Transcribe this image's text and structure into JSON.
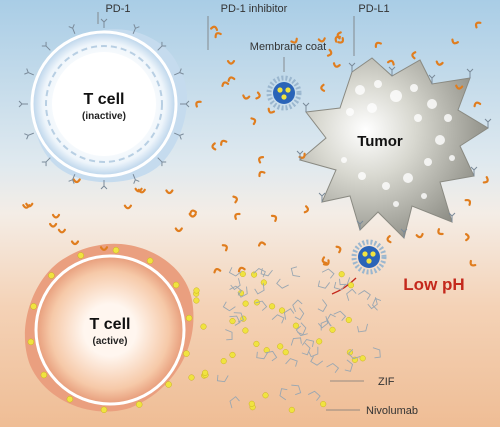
{
  "labels": {
    "pd1": "PD-1",
    "pd1_inhibitor": "PD-1 inhibitor",
    "pdl1": "PD-L1",
    "membrane_coat": "Membrane coat",
    "tumor": "Tumor",
    "low_ph": "Low pH",
    "zif": "ZIF",
    "nivolumab": "Nivolumab"
  },
  "cells": {
    "inactive": {
      "title": "T cell",
      "state": "(inactive)"
    },
    "active": {
      "title": "T cell",
      "state": "(active)"
    }
  },
  "colors": {
    "background_top": "#a9cde6",
    "background_mid": "#f3ece6",
    "background_bottom": "#efbf98",
    "inhibitor": "#e07d1e",
    "nivolumab": "#f0e340",
    "ph_text": "#c4281c",
    "tumor": "#9a9a92"
  }
}
